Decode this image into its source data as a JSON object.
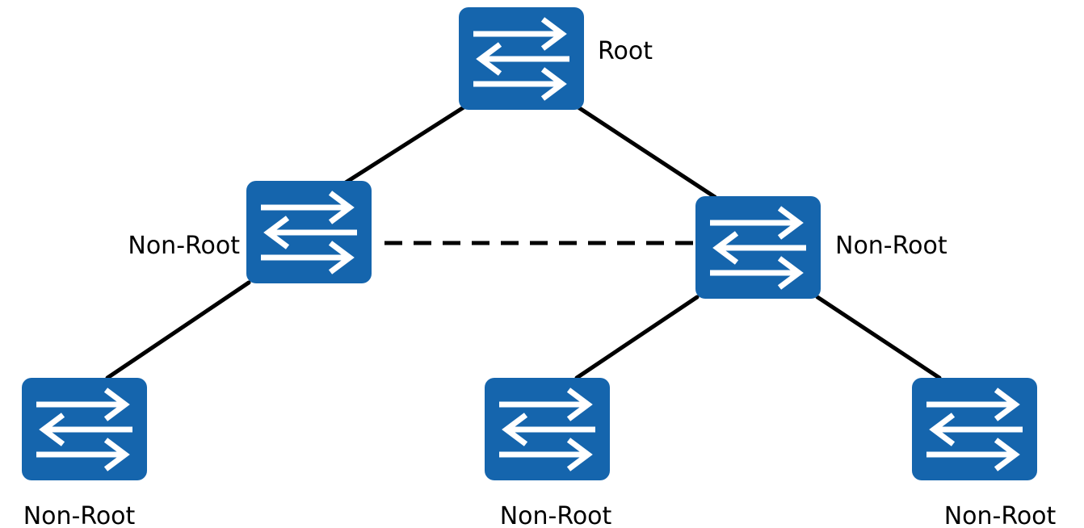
{
  "diagram": {
    "colors": {
      "switch_fill": "#1565ad",
      "arrow": "#ffffff",
      "link": "#000000",
      "background": "#ffffff"
    },
    "nodes": [
      {
        "id": "root",
        "label": "Root",
        "role": "root",
        "icon": "switch-icon"
      },
      {
        "id": "mid-left",
        "label": "Non-Root",
        "role": "non-root",
        "icon": "switch-icon"
      },
      {
        "id": "mid-right",
        "label": "Non-Root",
        "role": "non-root",
        "icon": "switch-icon"
      },
      {
        "id": "bottom-left",
        "label": "Non-Root",
        "role": "non-root",
        "icon": "switch-icon"
      },
      {
        "id": "bottom-middle",
        "label": "Non-Root",
        "role": "non-root",
        "icon": "switch-icon"
      },
      {
        "id": "bottom-right",
        "label": "Non-Root",
        "role": "non-root",
        "icon": "switch-icon"
      }
    ],
    "links": [
      {
        "from": "root",
        "to": "mid-left",
        "state": "forwarding",
        "style": "solid"
      },
      {
        "from": "root",
        "to": "mid-right",
        "state": "forwarding",
        "style": "solid"
      },
      {
        "from": "mid-left",
        "to": "bottom-left",
        "state": "forwarding",
        "style": "solid"
      },
      {
        "from": "mid-right",
        "to": "bottom-middle",
        "state": "forwarding",
        "style": "solid"
      },
      {
        "from": "mid-right",
        "to": "bottom-right",
        "state": "forwarding",
        "style": "solid"
      },
      {
        "from": "mid-left",
        "to": "mid-right",
        "state": "blocked",
        "style": "dashed"
      }
    ]
  }
}
